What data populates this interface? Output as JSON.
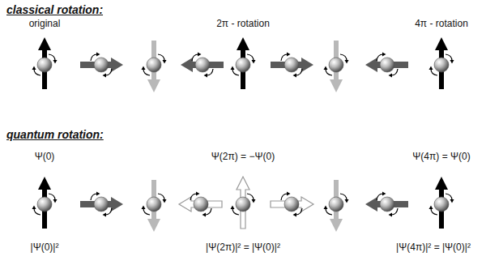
{
  "diagram": {
    "labels": [
      "classical rotation:",
      "original",
      "2π - rotation",
      "4π - rotation",
      "quantum rotation:",
      "Ψ(0)",
      "Ψ(2π) = −Ψ(0)",
      "Ψ(4π) = Ψ(0)",
      "|Ψ(0)|²",
      "|Ψ(2π)|² = |Ψ(0)|²",
      "|Ψ(4π)|² = |Ψ(0)|²"
    ]
  }
}
